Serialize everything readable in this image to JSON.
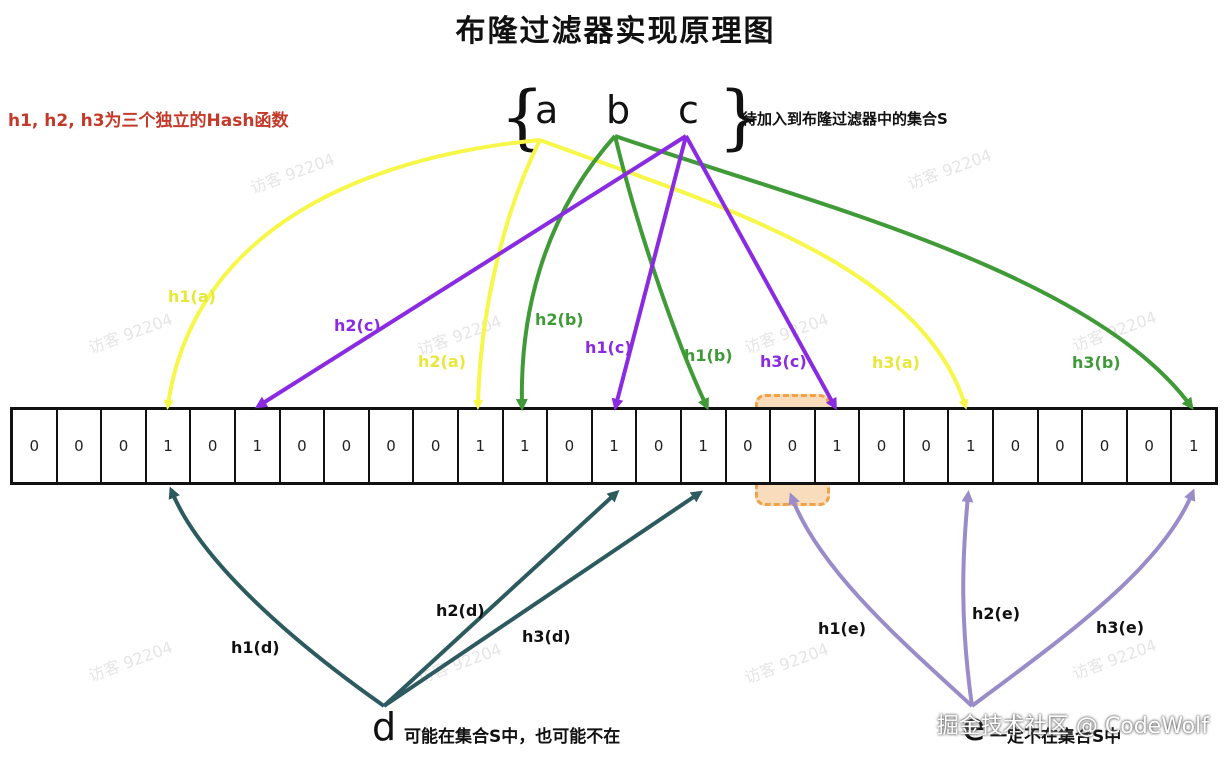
{
  "title": "布隆过滤器实现原理图",
  "note_left": "h1, h2, h3为三个独立的Hash函数",
  "set": {
    "letters": [
      "a",
      "b",
      "c"
    ],
    "description": "待加入到布隆过滤器中的集合S"
  },
  "bits": [
    "0",
    "0",
    "0",
    "1",
    "0",
    "1",
    "0",
    "0",
    "0",
    "0",
    "1",
    "1",
    "0",
    "1",
    "0",
    "1",
    "0",
    "0",
    "1",
    "0",
    "0",
    "1",
    "0",
    "0",
    "0",
    "0",
    "1"
  ],
  "labels": {
    "h1a": "h1(a)",
    "h2a": "h2(a)",
    "h3a": "h3(a)",
    "h1b": "h1(b)",
    "h2b": "h2(b)",
    "h3b": "h3(b)",
    "h1c": "h1(c)",
    "h2c": "h2(c)",
    "h3c": "h3(c)",
    "h1d": "h1(d)",
    "h2d": "h2(d)",
    "h3d": "h3(d)",
    "h1e": "h1(e)",
    "h2e": "h2(e)",
    "h3e": "h3(e)"
  },
  "queries": {
    "d_letter": "d",
    "d_desc": "可能在集合S中，也可能不在",
    "e_letter": "e",
    "e_desc": "一定不在集合S中"
  },
  "watermark_text": "访客 92204",
  "footer_mark": "掘金技术社区 @ CodeWolf",
  "colors": {
    "a": "#f7f74a",
    "b": "#3f9a37",
    "c": "#8a2be2",
    "d": "#2c5a5e",
    "e": "#9a8cc8",
    "highlight": "#f0a24a",
    "note": "#c43a2a"
  }
}
